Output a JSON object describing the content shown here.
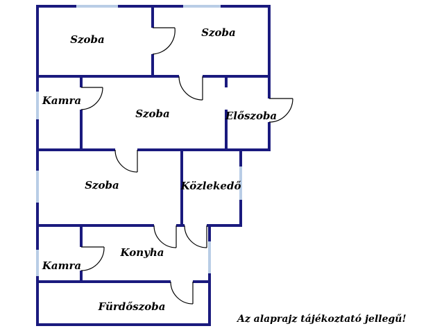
{
  "colors": {
    "wall": "#1a1a7e",
    "window": "#b9cde6",
    "text": "#000000",
    "background": "#ffffff"
  },
  "rooms": [
    {
      "id": "szoba-1",
      "label": "Szoba"
    },
    {
      "id": "szoba-2",
      "label": "Szoba"
    },
    {
      "id": "kamra-1",
      "label": "Kamra"
    },
    {
      "id": "szoba-3",
      "label": "Szoba"
    },
    {
      "id": "eloszoba",
      "label": "Előszoba"
    },
    {
      "id": "szoba-4",
      "label": "Szoba"
    },
    {
      "id": "kozlekedo",
      "label": "Közlekedő"
    },
    {
      "id": "kamra-2",
      "label": "Kamra"
    },
    {
      "id": "konyha",
      "label": "Konyha"
    },
    {
      "id": "furdoszoba",
      "label": "Fürdőszoba"
    }
  ],
  "disclaimer": "Az alaprajz tájékoztató jellegű!"
}
